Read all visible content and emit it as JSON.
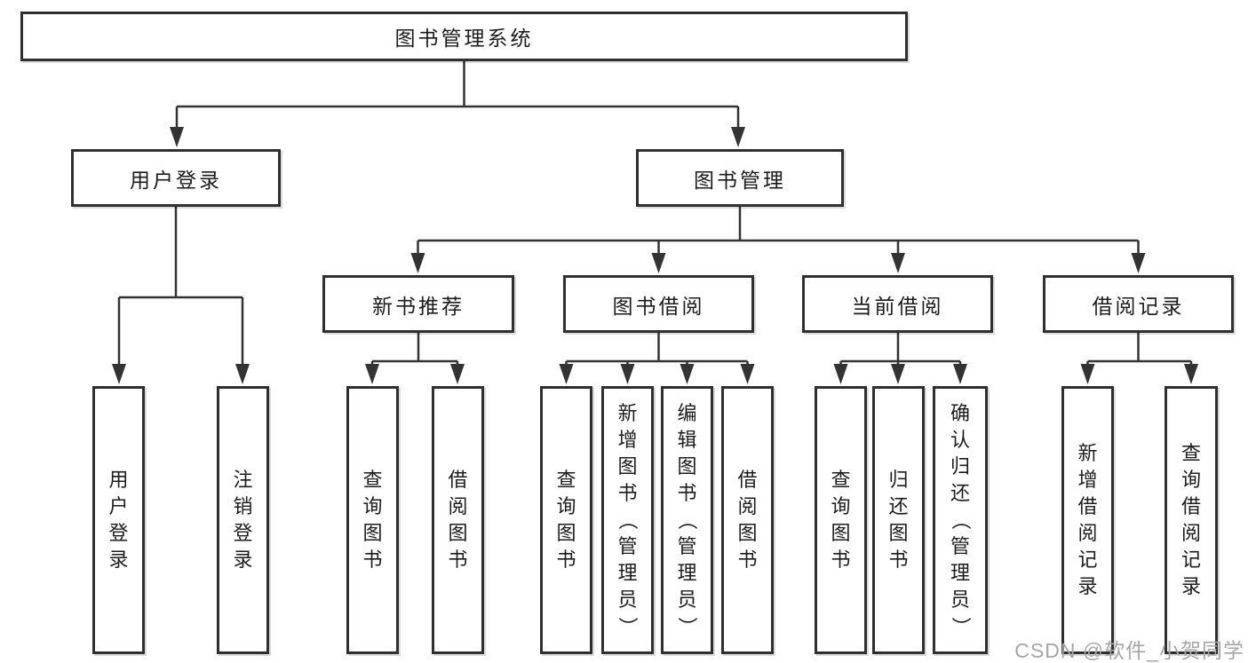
{
  "tree": {
    "root_label": "图书管理系统",
    "login": {
      "label": "用户登录",
      "leaves": [
        "用户登录",
        "注销登录"
      ]
    },
    "management": {
      "label": "图书管理",
      "sections": [
        {
          "label": "新书推荐",
          "leaves": [
            "查询图书",
            "借阅图书"
          ]
        },
        {
          "label": "图书借阅",
          "leaves": [
            "查询图书",
            "新增图书（管理员）",
            "编辑图书（管理员）",
            "借阅图书"
          ]
        },
        {
          "label": "当前借阅",
          "leaves": [
            "查询图书",
            "归还图书",
            "确认归还（管理员）"
          ]
        },
        {
          "label": "借阅记录",
          "leaves": [
            "新增借阅记录",
            "查询借阅记录"
          ]
        }
      ]
    }
  },
  "watermark": "CSDN @软件_小贺同学",
  "colors": {
    "line": "#333333",
    "box_border": "#2f2f2f",
    "text": "#1c1c1c",
    "watermark": "#a6a6a6",
    "background": "#ffffff"
  }
}
